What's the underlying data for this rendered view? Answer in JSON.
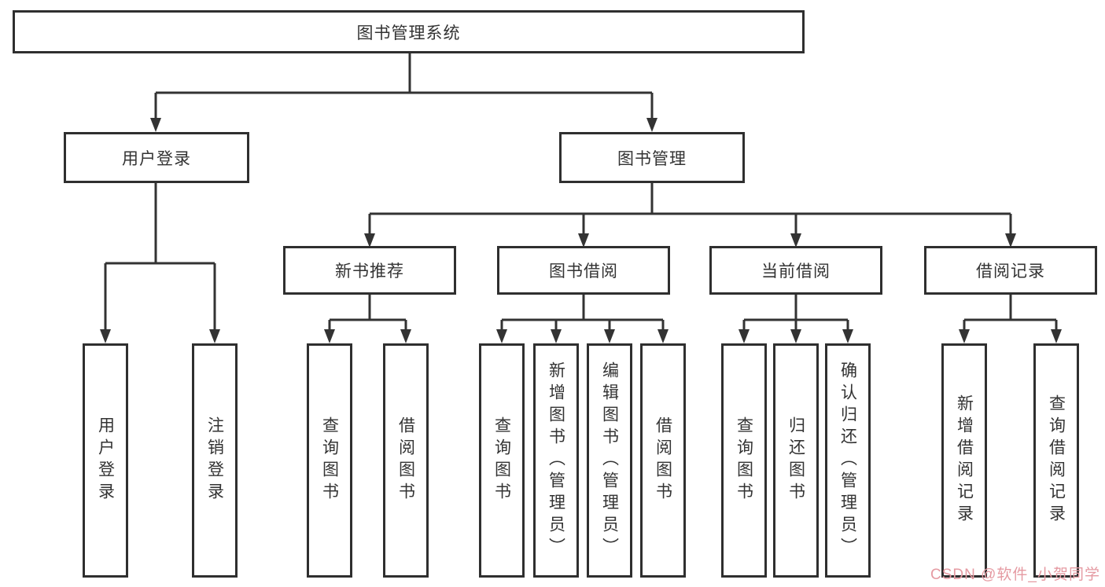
{
  "tree": {
    "root": {
      "label": "图书管理系统"
    },
    "children": [
      {
        "label": "用户登录",
        "children": [
          {
            "label": "用户登录"
          },
          {
            "label": "注销登录"
          }
        ]
      },
      {
        "label": "图书管理",
        "children": [
          {
            "label": "新书推荐",
            "children": [
              {
                "label": "查询图书"
              },
              {
                "label": "借阅图书"
              }
            ]
          },
          {
            "label": "图书借阅",
            "children": [
              {
                "label": "查询图书"
              },
              {
                "label": "新增图书（管理员）"
              },
              {
                "label": "编辑图书（管理员）"
              },
              {
                "label": "借阅图书"
              }
            ]
          },
          {
            "label": "当前借阅",
            "children": [
              {
                "label": "查询图书"
              },
              {
                "label": "归还图书"
              },
              {
                "label": "确认归还（管理员）"
              }
            ]
          },
          {
            "label": "借阅记录",
            "children": [
              {
                "label": "新增借阅记录"
              },
              {
                "label": "查询借阅记录"
              }
            ]
          }
        ]
      }
    ]
  },
  "watermark": {
    "text": "CSDN @软件_小贺同学"
  },
  "colors": {
    "line": "#333333",
    "box_border": "#2f2f2f",
    "background": "#ffffff",
    "text": "#333333",
    "watermark": "#e59aa2"
  }
}
